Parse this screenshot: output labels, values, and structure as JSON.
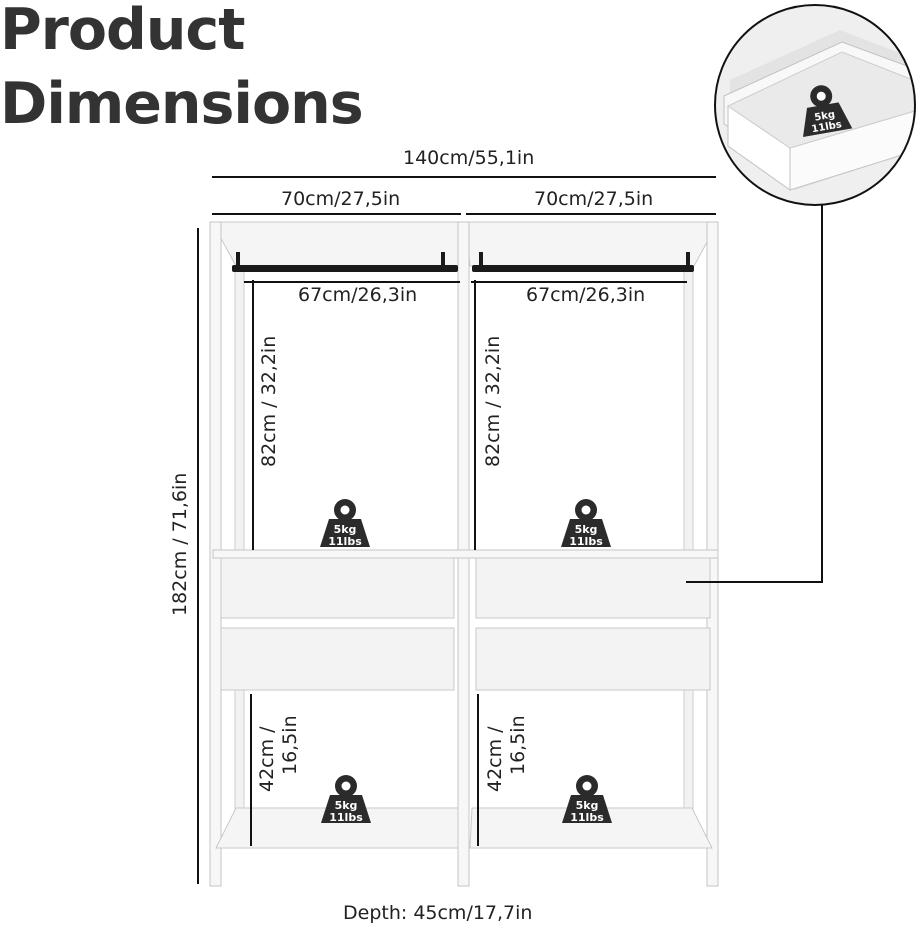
{
  "title": {
    "line1": "Product",
    "line2": "Dimensions"
  },
  "dimensions": {
    "total_width": "140cm/55,1in",
    "left_width": "70cm/27,5in",
    "right_width": "70cm/27,5in",
    "left_rod": "67cm/26,3in",
    "right_rod": "67cm/26,3in",
    "left_hanging_height": "82cm  / 32,2in",
    "right_hanging_height": "82cm  / 32,2in",
    "total_height": "182cm / 71,6in",
    "left_bottom_line1": "42cm /",
    "left_bottom_line2": "16,5in",
    "right_bottom_line1": "42cm /",
    "right_bottom_line2": "16,5in",
    "depth": "Depth: 45cm/17,7in"
  },
  "weights": {
    "kg": "5kg",
    "lbs": "11lbs"
  },
  "colors": {
    "frame": "#f7f7f7",
    "frame_edge": "#c8c8c8",
    "rod": "#1a1a1a",
    "weight_badge": "#2b2b2b",
    "dimension_line": "#111111"
  }
}
